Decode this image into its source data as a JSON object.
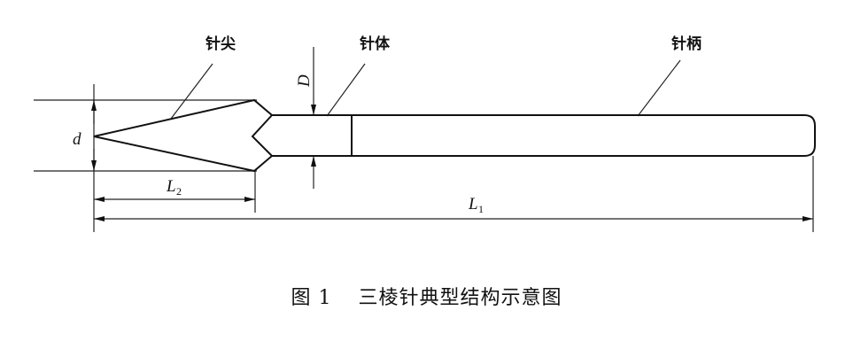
{
  "labels": {
    "tip": "针尖",
    "body": "针体",
    "handle": "针柄"
  },
  "dimensions": {
    "d": "d",
    "D": "D",
    "L2_main": "L",
    "L2_sub": "2",
    "L1_main": "L",
    "L1_sub": "1"
  },
  "caption": {
    "number": "图 1",
    "title": "三棱针典型结构示意图"
  }
}
